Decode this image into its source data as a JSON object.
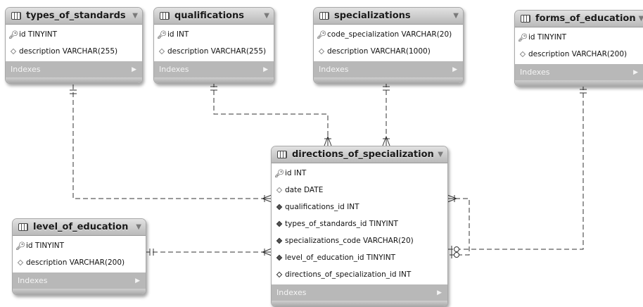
{
  "indexes_label": "Indexes",
  "tables": {
    "types_of_standards": {
      "name": "types_of_standards",
      "columns": [
        {
          "icon": "primary-key",
          "text": "id TINYINT"
        },
        {
          "icon": "plain-column",
          "text": "description VARCHAR(255)"
        }
      ]
    },
    "qualifications": {
      "name": "qualifications",
      "columns": [
        {
          "icon": "primary-key",
          "text": "id INT"
        },
        {
          "icon": "plain-column",
          "text": "description VARCHAR(255)"
        }
      ]
    },
    "specializations": {
      "name": "specializations",
      "columns": [
        {
          "icon": "primary-key",
          "text": "code_specialization VARCHAR(20)"
        },
        {
          "icon": "plain-column",
          "text": "description VARCHAR(1000)"
        }
      ]
    },
    "forms_of_education": {
      "name": "forms_of_education",
      "columns": [
        {
          "icon": "primary-key",
          "text": "id TINYINT"
        },
        {
          "icon": "plain-column",
          "text": "description VARCHAR(200)"
        }
      ]
    },
    "level_of_education": {
      "name": "level_of_education",
      "columns": [
        {
          "icon": "primary-key",
          "text": "id TINYINT"
        },
        {
          "icon": "plain-column",
          "text": "description VARCHAR(200)"
        }
      ]
    },
    "directions_of_specialization": {
      "name": "directions_of_specialization",
      "columns": [
        {
          "icon": "primary-key",
          "text": "id INT"
        },
        {
          "icon": "plain-column",
          "text": "date DATE"
        },
        {
          "icon": "foreign-key",
          "text": "qualifications_id INT"
        },
        {
          "icon": "foreign-key",
          "text": "types_of_standards_id TINYINT"
        },
        {
          "icon": "foreign-key",
          "text": "specializations_code VARCHAR(20)"
        },
        {
          "icon": "foreign-key",
          "text": "level_of_education_id TINYINT"
        },
        {
          "icon": "nullable-column",
          "text": "directions_of_specialization_id INT"
        }
      ]
    }
  }
}
